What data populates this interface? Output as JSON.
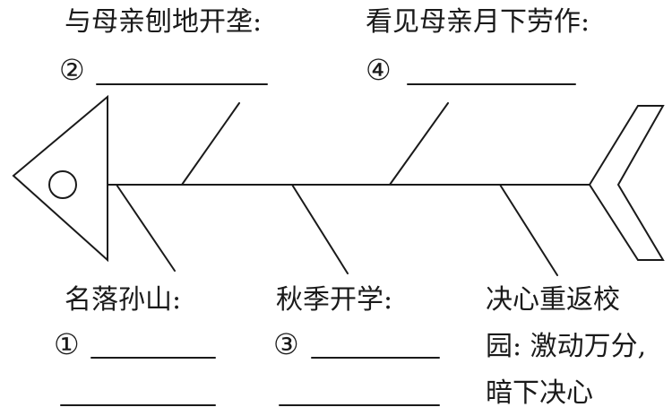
{
  "labels": {
    "top_left": "与母亲刨地开垄:",
    "top_right": "看见母亲月下劳作:",
    "bottom_left": "名落孙山:",
    "bottom_mid": "秋季开学:",
    "bottom_right_line1": "决心重返校",
    "bottom_right_line2": "园: 激动万分,",
    "bottom_right_line3": "暗下决心"
  },
  "blanks": {
    "n1": "①",
    "n2": "②",
    "n3": "③",
    "n4": "④"
  },
  "colors": {
    "ink": "#1a1a1a",
    "background": "#ffffff"
  }
}
